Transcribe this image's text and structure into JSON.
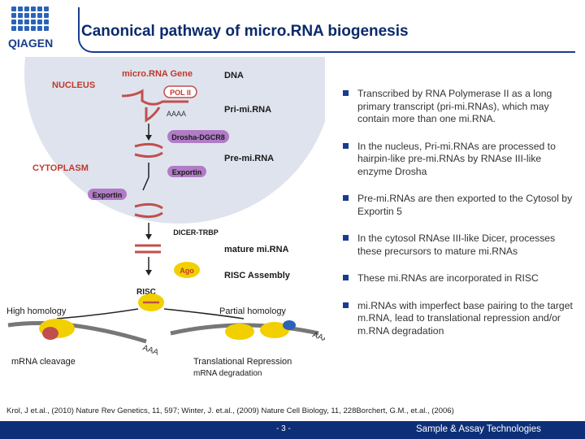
{
  "logo": {
    "text": "QIAGEN"
  },
  "title": "Canonical pathway of micro.RNA biogenesis",
  "diagram": {
    "compartments": {
      "nucleus": "NUCLEUS",
      "cytoplasm": "CYTOPLASM"
    },
    "labels": {
      "gene": "micro.RNA Gene",
      "dna": "DNA",
      "pol2": "POL II",
      "aaaa": "AAAA",
      "pri_mirna": "Pri-mi.RNA",
      "drosha": "Drosha-DGCR8",
      "pre_mirna": "Pre-mi.RNA",
      "exportin_nuc": "Exportin",
      "exportin_cyto": "Exportin",
      "dicer": "DICER-TRBP",
      "mature": "mature mi.RNA",
      "ago": "Ago",
      "risc_assembly": "RISC Assembly",
      "risc": "RISC",
      "high_homology": "High homology",
      "partial_homology": "Partial homology",
      "aaa_left": "AAA",
      "aaa_right": "AAAA",
      "cleavage": "mRNA cleavage",
      "translational_repression": "Translational Repression",
      "mrna_degradation": "mRNA degradation"
    }
  },
  "bullets": [
    "Transcribed by RNA Polymerase II as a long primary transcript (pri-mi.RNAs), which may contain more than one mi.RNA.",
    "In the nucleus, Pri-mi.RNAs are processed to hairpin-like pre-mi.RNAs by RNAse III-like enzyme Drosha",
    "Pre-mi.RNAs are then exported to the Cytosol by Exportin 5",
    "In the cytosol RNAse III-like Dicer, processes these precursors to mature mi.RNAs",
    "These mi.RNAs are incorporated in RISC",
    "mi.RNAs with imperfect base pairing to the target m.RNA, lead to translational repression and/or m.RNA degradation"
  ],
  "reference": "Krol, J et.al., (2010) Nature Rev Genetics, 11, 597; Winter, J. et.al., (2009) Nature Cell Biology, 11, 228Borchert, G.M., et.al., (2006)",
  "footer": {
    "page": "- 3 -",
    "tagline": "Sample & Assay Technologies"
  },
  "colors": {
    "brand": "#0d2f78",
    "hairpin": "#c0504d",
    "label_red": "#c0392b",
    "protein_purple": "#b07cc6",
    "protein_yellow": "#f2d000",
    "nucleus_fill": "#dfe3ee"
  }
}
